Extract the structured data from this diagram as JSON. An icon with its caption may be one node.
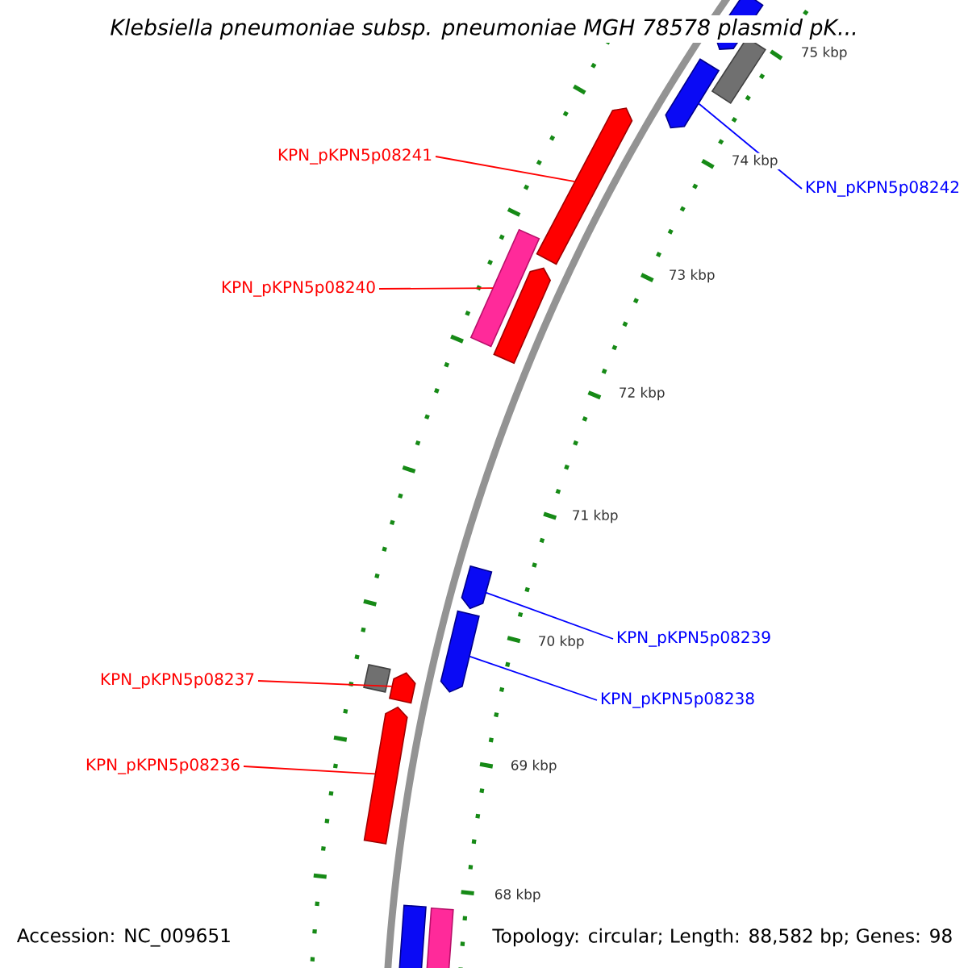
{
  "diagram": {
    "title": "Klebsiella pneumoniae subsp. pneumoniae MGH 78578 plasmid pK...",
    "nodes": [
      {
        "text": [],
        "shape": "arrow"
      },
      {
        "text": [],
        "shape": "box"
      },
      {
        "text": [],
        "shape": "arrow"
      },
      {
        "text": [
          "KPN_pKPN5p08241"
        ]
      },
      {
        "text": [
          "KPN_pKPN5p08242"
        ]
      },
      {
        "text": [],
        "shape": "arrow"
      },
      {
        "text": [
          "KPN_pKPN5p08240"
        ]
      },
      {
        "text": [],
        "shape": "box"
      },
      {
        "text": [],
        "shape": "arrow"
      },
      {
        "text": [],
        "shape": "arrow"
      },
      {
        "text": [
          "KPN_pKPN5p08239"
        ]
      },
      {
        "text": [],
        "shape": "arrow"
      },
      {
        "text": [
          "KPN_pKPN5p08238"
        ]
      },
      {
        "text": [
          "KPN_pKPN5p08237"
        ]
      },
      {
        "text": [],
        "shape": "box"
      },
      {
        "text": [],
        "shape": "arrow"
      },
      {
        "text": [
          "KPN_pKPN5p08236"
        ]
      },
      {
        "text": [],
        "shape": "arrow"
      },
      {
        "text": [],
        "shape": "box"
      },
      {
        "text": [],
        "shape": "box"
      }
    ],
    "edges": [
      {
        "from": 3,
        "to": 5,
        "arrow": "none"
      },
      {
        "from": 4,
        "to": 2,
        "arrow": "none",
        "color": "#0000ff"
      },
      {
        "from": 6,
        "to": 7,
        "arrow": "none"
      },
      {
        "from": 10,
        "to": 9,
        "arrow": "none",
        "color": "#0000ff"
      },
      {
        "from": 12,
        "to": 11,
        "arrow": "none",
        "color": "#0000ff"
      },
      {
        "from": 13,
        "to": 15,
        "arrow": "none"
      },
      {
        "from": 16,
        "to": 17,
        "arrow": "none"
      }
    ],
    "labels": [
      "75 kbp",
      "74 kbp",
      "73 kbp",
      "72 kbp",
      "71 kbp",
      "70 kbp",
      "69 kbp",
      "68 kbp",
      "Accession: NC_009651",
      "Topology: circular; Length: 88,582 bp; Genes: 98"
    ]
  }
}
